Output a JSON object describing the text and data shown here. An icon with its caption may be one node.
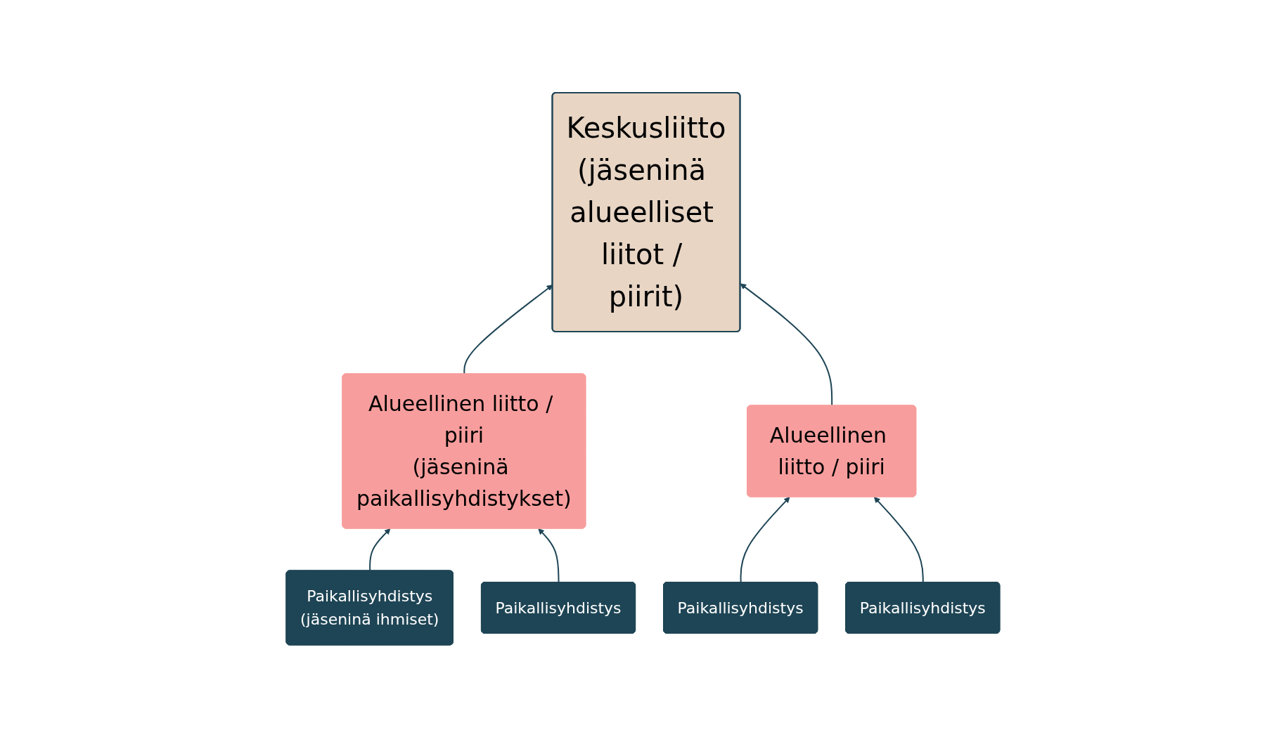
{
  "diagram": {
    "nodes": [
      {
        "text": [
          "Keskusliitto",
          "(jäseninä alueelliset liitot / piirit)"
        ]
      },
      {
        "text": [
          "Alueellinen liitto / piiri",
          "(jäseninä paikallisyhdistykset)"
        ]
      },
      {
        "text": [
          "Alueellinen liitto / piiri"
        ]
      },
      {
        "text": [
          "Paikallisyhdistys",
          "(jäseninä ihmiset)"
        ]
      },
      {
        "text": [
          "Paikallisyhdistys"
        ]
      },
      {
        "text": [
          "Paikallisyhdistys"
        ]
      },
      {
        "text": [
          "Paikallisyhdistys"
        ]
      }
    ],
    "edges": [
      {
        "from": 1,
        "to": 0,
        "arrow": "to"
      },
      {
        "from": 2,
        "to": 0,
        "arrow": "to"
      },
      {
        "from": 3,
        "to": 1,
        "arrow": "to"
      },
      {
        "from": 4,
        "to": 1,
        "arrow": "to"
      },
      {
        "from": 5,
        "to": 2,
        "arrow": "to"
      },
      {
        "from": 6,
        "to": 2,
        "arrow": "to"
      }
    ]
  }
}
